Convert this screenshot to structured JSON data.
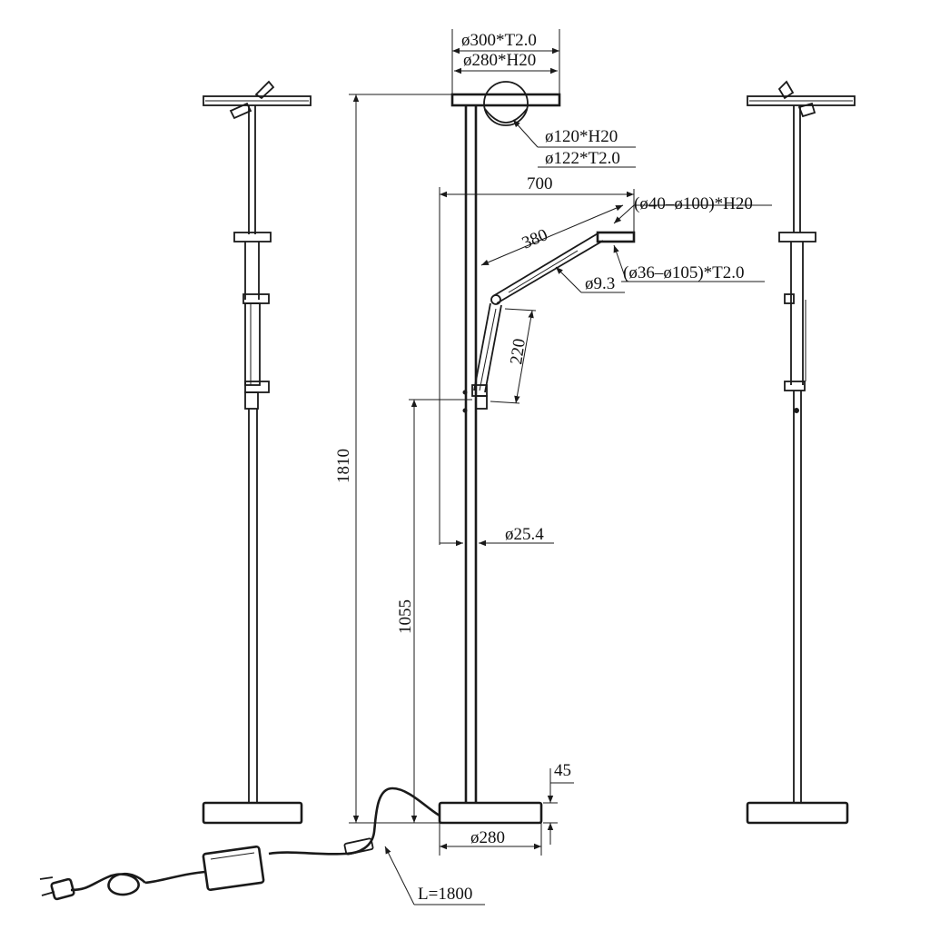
{
  "diagram": {
    "dimensions": {
      "head_outer_diameter": "ø300*T2.0",
      "head_inner_diameter": "ø280*H20",
      "uplight_module": "ø120*H20",
      "uplight_glass": "ø122*T2.0",
      "arm_reach": "700",
      "reading_head": "(ø40–ø100)*H20",
      "arm_upper_length": "380",
      "arm_tube": "ø9.3",
      "reading_glass": "(ø36–ø105)*T2.0",
      "arm_lower_length": "220",
      "total_height": "1810",
      "pole_diameter": "ø25.4",
      "reading_height": "1055",
      "base_height": "45",
      "base_diameter": "ø280",
      "cable_length": "L=1800"
    }
  }
}
